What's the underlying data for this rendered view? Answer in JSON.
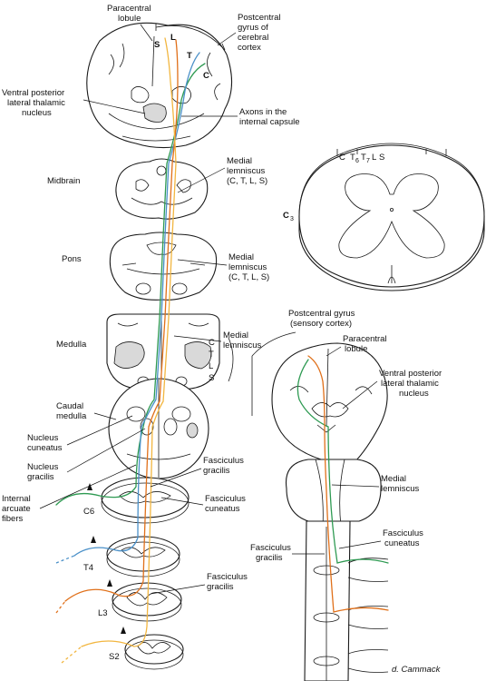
{
  "colors": {
    "cervical": "#2e9a52",
    "thoracic": "#4a90c8",
    "lumbar": "#e0701a",
    "sacral": "#f2b640",
    "outline": "#1a1a1a"
  },
  "left_labels": {
    "paracentral_lobule": [
      "Paracentral",
      "lobule"
    ],
    "postcentral_gyrus": [
      "Postcentral",
      "gyrus of",
      "cerebral",
      "cortex"
    ],
    "vpl_nucleus": [
      "Ventral posterior",
      "lateral thalamic",
      "nucleus"
    ],
    "internal_capsule": [
      "Axons in the",
      "internal capsule"
    ],
    "midbrain": "Midbrain",
    "medial_lemniscus_midbrain": [
      "Medial",
      "lemniscus",
      "(C, T, L, S)"
    ],
    "pons": "Pons",
    "medial_lemniscus_pons": [
      "Medial",
      "lemniscus",
      "(C, T, L, S)"
    ],
    "medulla": "Medulla",
    "medial_lemniscus_medulla": [
      "Medial",
      "lemniscus"
    ],
    "ctls_letters": [
      "C",
      "T",
      "L",
      "S"
    ],
    "caudal_medulla": [
      "Caudal",
      "medulla"
    ],
    "nucleus_cuneatus": [
      "Nucleus",
      "cuneatus"
    ],
    "nucleus_gracilis": [
      "Nucleus",
      "gracilis"
    ],
    "internal_arcuate": [
      "Internal",
      "arcuate",
      "fibers"
    ],
    "fasciculus_gracilis_upper": [
      "Fasciculus",
      "gracilis"
    ],
    "fasciculus_cuneatus_upper": [
      "Fasciculus",
      "cuneatus"
    ],
    "fasciculus_gracilis_lower": [
      "Fasciculus",
      "gracilis"
    ],
    "cortex_letters": [
      "S",
      "L",
      "T",
      "C"
    ],
    "levels": [
      "C6",
      "T4",
      "L3",
      "S2"
    ]
  },
  "cord_section": {
    "level_label": "C",
    "level_sub": "3",
    "dorsal_letters": [
      "C",
      "T",
      "6",
      "T",
      "7",
      "L",
      "S"
    ]
  },
  "right_labels": {
    "postcentral_gyrus": [
      "Postcentral gyrus",
      "(sensory cortex)"
    ],
    "paracentral_lobule": [
      "Paracentral",
      "lobule"
    ],
    "vpl_nucleus": [
      "Ventral posterior",
      "lateral thalamic",
      "nucleus"
    ],
    "medial_lemniscus": [
      "Medial",
      "lemniscus"
    ],
    "fasciculus_cuneatus": [
      "Fasciculus",
      "cuneatus"
    ],
    "fasciculus_gracilis": [
      "Fasciculus",
      "gracilis"
    ]
  },
  "signature": "d. Cammack"
}
